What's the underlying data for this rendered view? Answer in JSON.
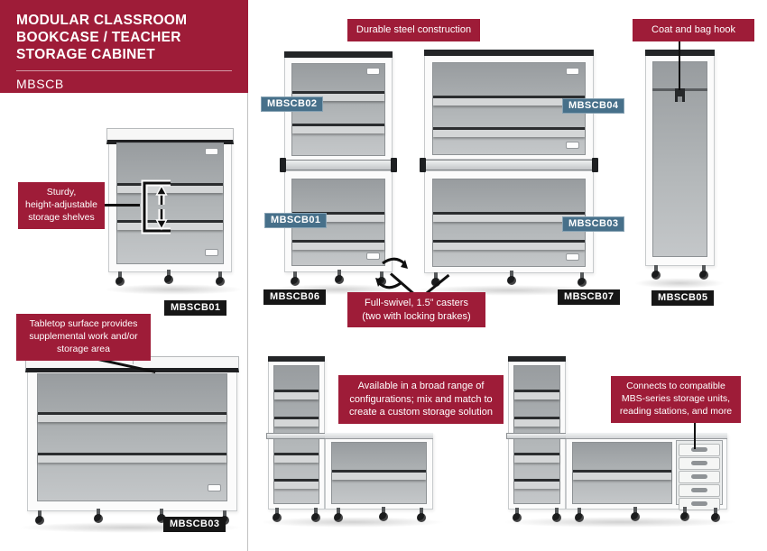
{
  "header": {
    "title": "MODULAR CLASSROOM\nBOOKCASE / TEACHER\nSTORAGE CABINET",
    "model": "MBSCB"
  },
  "callouts": {
    "durable_steel": "Durable steel construction",
    "coat_hook": "Coat and bag hook",
    "adjustable_shelves": "Sturdy,\nheight-adjustable\nstorage shelves",
    "casters": "Full-swivel, 1.5” casters\n(two with locking brakes)",
    "tabletop": "Tabletop surface provides\nsupplemental work and/or\nstorage area",
    "configurations": "Available in a broad range of\nconfigurations; mix and match to\ncreate a custom storage solution",
    "connects": "Connects to compatible\nMBS-series storage units,\nreading stations, and more"
  },
  "product_labels": {
    "mbscb01": "MBSCB01",
    "mbscb02": "MBSCB02",
    "mbscb03": "MBSCB03",
    "mbscb04": "MBSCB04",
    "mbscb05": "MBSCB05",
    "mbscb06": "MBSCB06",
    "mbscb07": "MBSCB07"
  },
  "icons": {
    "adjust_arrows": "↑↓",
    "swivel_arrow": "↺",
    "hook": "⌐"
  },
  "colors": {
    "accent_red": "#9e1c38",
    "label_steel_blue": "#47708a",
    "label_black": "#161616",
    "cabinet_interior_gray": "#a9adaf"
  }
}
